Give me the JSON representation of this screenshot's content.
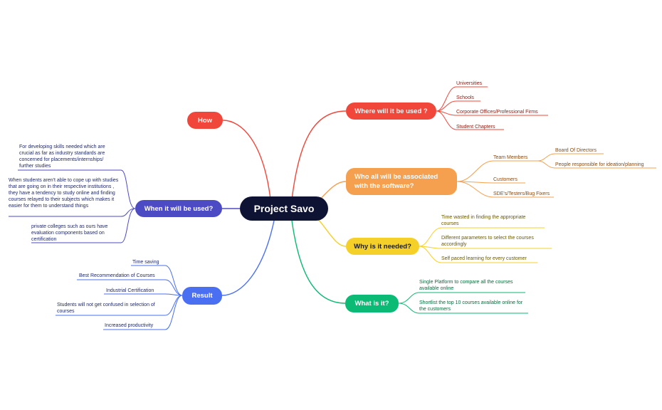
{
  "root": "Project Savo",
  "colors": {
    "root": "#0e1233",
    "where": "#f0473a",
    "who": "#f5a04f",
    "why": "#f5d029",
    "what": "#0bba74",
    "how": "#f0473a",
    "when": "#4d4bc4",
    "result": "#4a6ff0"
  },
  "branches": {
    "where": {
      "label": "Where will it be used ?",
      "items": [
        "Universities",
        "Schools",
        "Corporate Offices/Professional Firms",
        "Student Chapters"
      ]
    },
    "who": {
      "label": "Who all will be associated with the software?",
      "items": [
        "Team Members",
        "Customers",
        "SDE's/Testers/Bug Fixers"
      ],
      "sub_items": [
        "Board Of Directors",
        "People responsible for ideation/planning"
      ]
    },
    "why": {
      "label": "Why is it needed?",
      "items": [
        "Time wasted in finding the appropriate courses",
        "Different parameters to select the courses accordingly",
        "Self paced learning for every customer"
      ]
    },
    "what": {
      "label": "What is it?",
      "items": [
        "Single Platform to compare all the courses available online",
        "Shortlist the top 10 courses available online for the customers"
      ]
    },
    "how": {
      "label": "How",
      "items": []
    },
    "when": {
      "label": "When it will be used?",
      "items": [
        "For developing skills needed which are crucial as far as industry standards are concerned for placements/internships/ further studies",
        "When students aren't able to cope up with studies that are going on in their respective institutions , they have a tendency to study online and finding courses relayed to their subjects which makes it easier for them to understand things",
        "private colleges such as ours have evaluation components based on certification"
      ]
    },
    "result": {
      "label": "Result",
      "items": [
        "Time saving",
        "Best Recommendation of Courses",
        "Industrial Certification",
        "Students will not get confused in selection of courses",
        "Increased productivity"
      ]
    }
  }
}
